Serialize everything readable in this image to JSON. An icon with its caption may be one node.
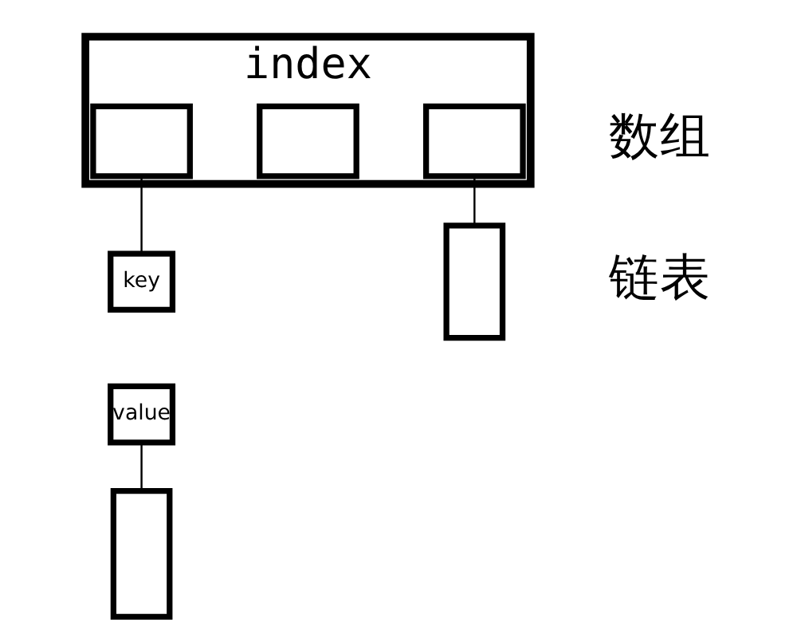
{
  "diagram": {
    "nodes": [
      {
        "text": [
          "index"
        ]
      },
      {
        "text": [],
        "shape": "box",
        "in": 0
      },
      {
        "text": [],
        "shape": "box",
        "in": 0
      },
      {
        "text": [],
        "shape": "box",
        "in": 0
      },
      {
        "text": [
          "key"
        ]
      },
      {
        "text": [
          "value"
        ]
      },
      {
        "text": [],
        "shape": "box"
      },
      {
        "text": [],
        "shape": "box"
      }
    ],
    "edges": [
      {
        "from": 1,
        "to": 4,
        "arrow": "none"
      },
      {
        "from": 3,
        "to": 7,
        "arrow": "none"
      },
      {
        "from": 5,
        "to": 6,
        "arrow": "none"
      }
    ],
    "labels": [
      "数组",
      "链表"
    ]
  }
}
